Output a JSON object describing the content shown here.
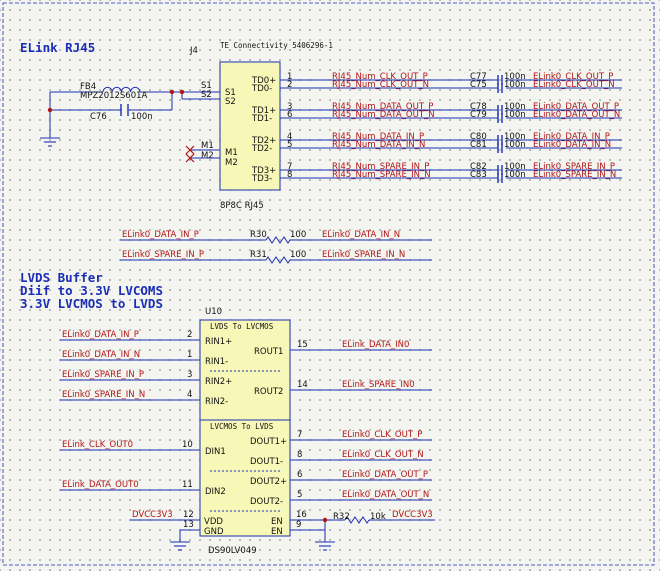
{
  "sections": {
    "elink_title": "ELink RJ45",
    "lvds_title_1": "LVDS Buffer",
    "lvds_title_2": "Diif to 3.3V LVCOMS",
    "lvds_title_3": "3.3V LVCMOS to LVDS"
  },
  "ferrite": {
    "ref": "FB4",
    "value": "MPZ2012S601A"
  },
  "cap_c76": {
    "ref": "C76",
    "value": "100n"
  },
  "connector": {
    "ref": "J4",
    "manufacturer": "TE Connectivity 5406296-1",
    "footprint": "8P8C RJ45",
    "pins_left": [
      {
        "num": "S1",
        "label": "S1"
      },
      {
        "num": "S2",
        "label": "S2"
      },
      {
        "num": "M1",
        "label": "M1"
      },
      {
        "num": "M2",
        "label": "M2"
      }
    ],
    "pins_right": [
      {
        "num": "1",
        "label": "TD0+",
        "net": "RJ45_Num_CLK_OUT_P",
        "cap": "C77",
        "capval": "100n",
        "out": "ELink0_CLK_OUT_P"
      },
      {
        "num": "2",
        "label": "TD0-",
        "net": "RJ45_Num_CLK_OUT_N",
        "cap": "C75",
        "capval": "100n",
        "out": "ELink0_CLK_OUT_N"
      },
      {
        "num": "3",
        "label": "TD1+",
        "net": "RJ45_Num_DATA_OUT_P",
        "cap": "C78",
        "capval": "100n",
        "out": "ELink0_DATA_OUT_P"
      },
      {
        "num": "6",
        "label": "TD1-",
        "net": "RJ45_Num_DATA_OUT_N",
        "cap": "C79",
        "capval": "100n",
        "out": "ELink0_DATA_OUT_N"
      },
      {
        "num": "4",
        "label": "TD2+",
        "net": "RJ45_Num_DATA_IN_P",
        "cap": "C80",
        "capval": "100n",
        "out": "ELink0_DATA_IN_P"
      },
      {
        "num": "5",
        "label": "TD2-",
        "net": "RJ45_Num_DATA_IN_N",
        "cap": "C81",
        "capval": "100n",
        "out": "ELink0_DATA_IN_N"
      },
      {
        "num": "7",
        "label": "TD3+",
        "net": "RJ45_Num_SPARE_IN_P",
        "cap": "C82",
        "capval": "100n",
        "out": "ELink0_SPARE_IN_P"
      },
      {
        "num": "8",
        "label": "TD3-",
        "net": "RJ45_Num_SPARE_IN_N",
        "cap": "C83",
        "capval": "100n",
        "out": "ELink0_SPARE_IN_N"
      }
    ]
  },
  "terminations": [
    {
      "left": "ELink0_DATA_IN_P",
      "ref": "R30",
      "value": "100",
      "right": "ELink0_DATA_IN_N"
    },
    {
      "left": "ELink0_SPARE_IN_P",
      "ref": "R31",
      "value": "100",
      "right": "ELink0_SPARE_IN_N"
    }
  ],
  "buffer": {
    "ref": "U10",
    "part": "DS90LV049",
    "block_rx": "LVDS To LVCMOS",
    "block_tx": "LVCMOS To LVDS",
    "rx_inputs": [
      {
        "net": "ELink0_DATA_IN_P",
        "num": "2",
        "label": "RIN1+"
      },
      {
        "net": "ELink0_DATA_IN_N",
        "num": "1",
        "label": "RIN1-"
      },
      {
        "net": "ELink0_SPARE_IN_P",
        "num": "3",
        "label": "RIN2+"
      },
      {
        "net": "ELink0_SPARE_IN_N",
        "num": "4",
        "label": "RIN2-"
      }
    ],
    "rx_outputs": [
      {
        "num": "15",
        "label": "ROUT1",
        "net": "ELink_DATA_IN0"
      },
      {
        "num": "14",
        "label": "ROUT2",
        "net": "ELink_SPARE_IN0"
      }
    ],
    "tx_inputs": [
      {
        "net": "ELink_CLK_OUT0",
        "num": "10",
        "label": "DIN1"
      },
      {
        "net": "ELink_DATA_OUT0",
        "num": "11",
        "label": "DIN2"
      }
    ],
    "tx_outputs": [
      {
        "num": "7",
        "label": "DOUT1+",
        "net": "ELink0_CLK_OUT_P"
      },
      {
        "num": "8",
        "label": "DOUT1-",
        "net": "ELink0_CLK_OUT_N"
      },
      {
        "num": "6",
        "label": "DOUT2+",
        "net": "ELink0_DATA_OUT_P"
      },
      {
        "num": "5",
        "label": "DOUT2-",
        "net": "ELink0_DATA_OUT_N"
      }
    ],
    "power": [
      {
        "num": "12",
        "label": "VDD",
        "net": "DVCC3V3"
      },
      {
        "num": "13",
        "label": "GND"
      }
    ],
    "enable": [
      {
        "num": "16",
        "label": "EN"
      },
      {
        "num": "9",
        "label": "EN"
      }
    ],
    "pullup": {
      "ref": "R32",
      "value": "10k",
      "net": "DVCC3V3"
    }
  },
  "colors": {
    "wire": "#1a2fb5",
    "net_label": "#b01515",
    "component": "#1a2fb5",
    "pin_text": "#111111",
    "background": "#f4f4f0"
  }
}
